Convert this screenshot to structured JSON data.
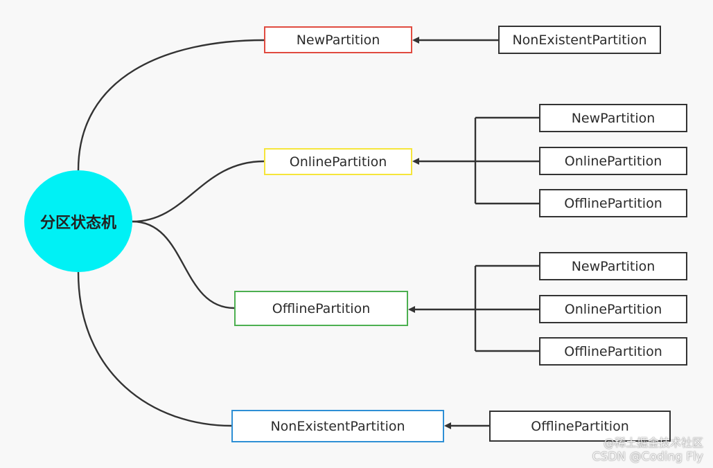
{
  "center": {
    "label": "分区状态机"
  },
  "states": [
    {
      "label": "NewPartition",
      "border_color": "#e04a3f"
    },
    {
      "label": "OnlinePartition",
      "border_color": "#f5e53a"
    },
    {
      "label": "OfflinePartition",
      "border_color": "#4caf50"
    },
    {
      "label": "NonExistentPartition",
      "border_color": "#2d8fd5"
    }
  ],
  "sources": [
    [
      "NonExistentPartition"
    ],
    [
      "NewPartition",
      "OnlinePartition",
      "OfflinePartition"
    ],
    [
      "NewPartition",
      "OnlinePartition",
      "OfflinePartition"
    ],
    [
      "OfflinePartition"
    ]
  ],
  "watermark": {
    "line1": "@稀土掘金技术社区",
    "line2": "CSDN @Coding Fly"
  },
  "colors": {
    "line": "#333333",
    "center_fill": "#00f1f5",
    "source_border": "#333333"
  }
}
